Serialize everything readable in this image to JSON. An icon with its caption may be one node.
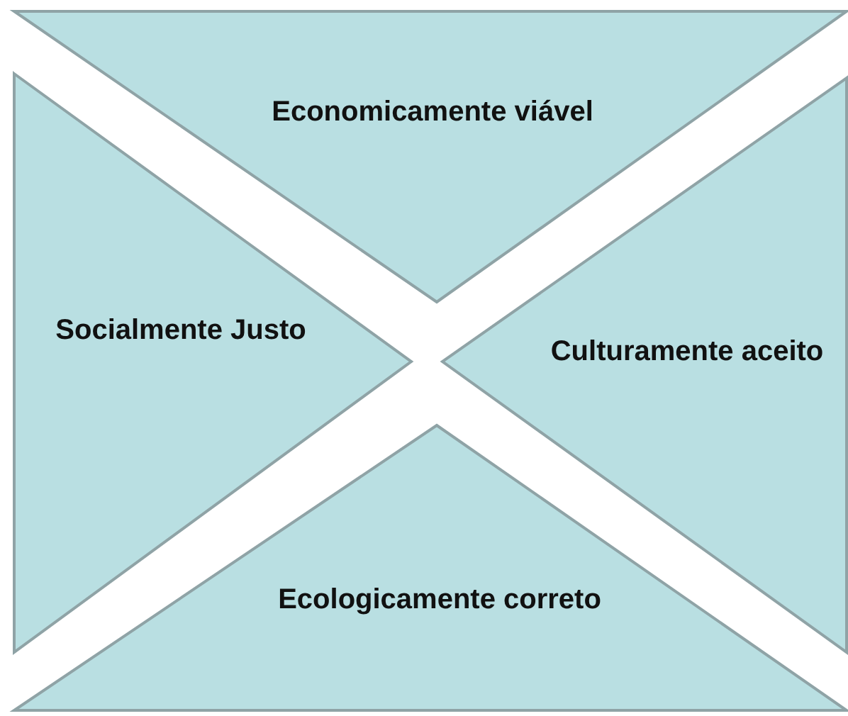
{
  "diagram": {
    "nodes": [
      {
        "text": [
          "Economicamente viável"
        ]
      },
      {
        "text": [
          "Socialmente Justo"
        ]
      },
      {
        "text": [
          "Culturamente aceito"
        ]
      },
      {
        "text": [
          "Ecologicamente correto"
        ]
      }
    ]
  }
}
